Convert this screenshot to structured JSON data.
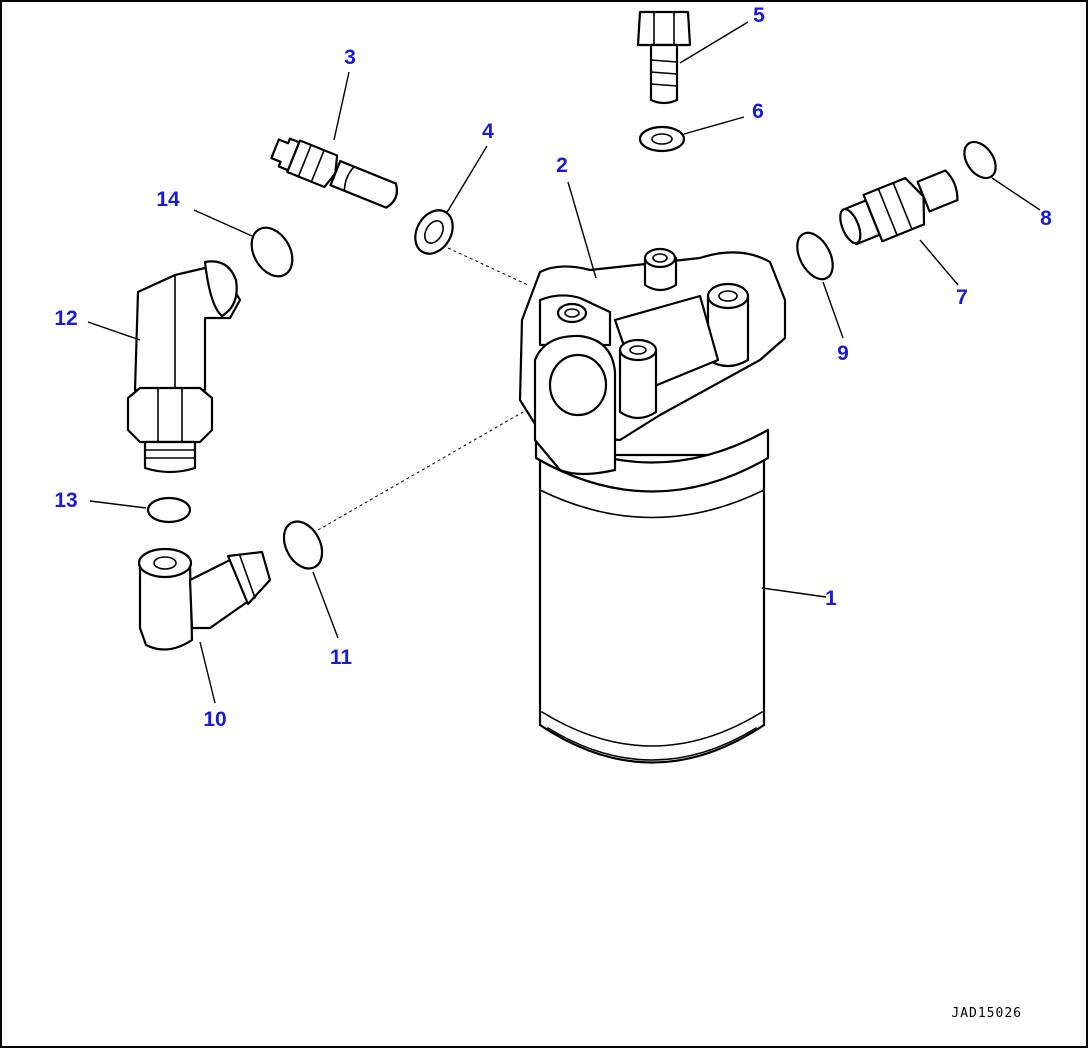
{
  "drawing": {
    "code": "JAD15026",
    "callout_color": "#1a1adc",
    "callouts": [
      {
        "label": "1"
      },
      {
        "label": "2"
      },
      {
        "label": "3"
      },
      {
        "label": "4"
      },
      {
        "label": "5"
      },
      {
        "label": "6"
      },
      {
        "label": "7"
      },
      {
        "label": "8"
      },
      {
        "label": "9"
      },
      {
        "label": "10"
      },
      {
        "label": "11"
      },
      {
        "label": "12"
      },
      {
        "label": "13"
      },
      {
        "label": "14"
      }
    ]
  }
}
